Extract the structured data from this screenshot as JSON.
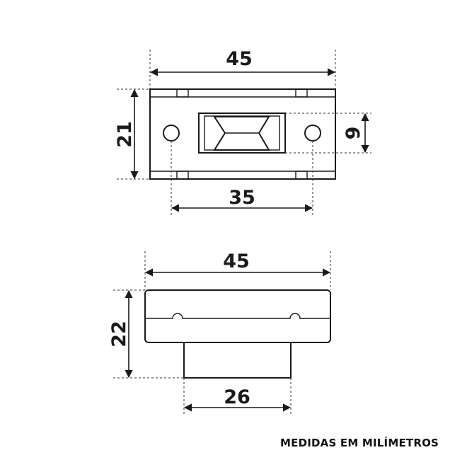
{
  "top_view": {
    "width_label": "45",
    "height_label": "21",
    "hole_spacing_label": "35",
    "slot_height_label": "9"
  },
  "side_view": {
    "width_label": "45",
    "height_label": "22",
    "base_width_label": "26"
  },
  "caption": "MEDIDAS EM MILÍMETROS"
}
